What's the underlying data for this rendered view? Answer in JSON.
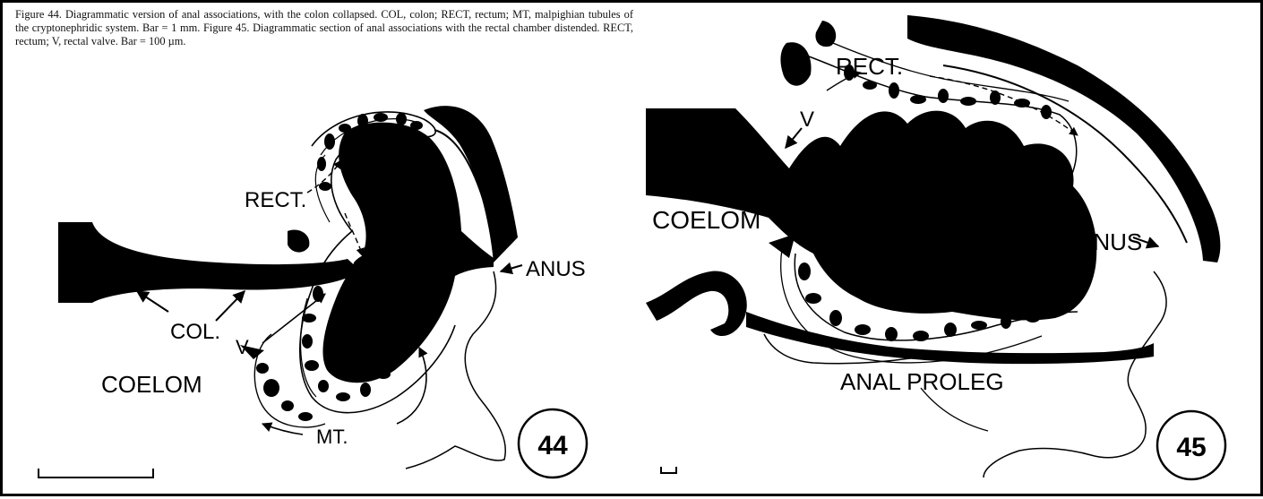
{
  "caption": "Figure 44. Diagrammatic version of anal associations, with the colon collapsed. COL, colon; RECT, rectum; MT, malpighian tubules of the cryptonephridic system. Bar = 1 mm. Figure 45. Diagrammatic section of anal associations with the rectal chamber distended. RECT, rectum; V, rectal valve. Bar = 100 µm.",
  "figure44": {
    "number": "44",
    "labels": {
      "rect": "RECT.",
      "anus": "ANUS",
      "col": "COL.",
      "valve": "V.",
      "coelom": "COELOM",
      "mt": "MT."
    }
  },
  "figure45": {
    "number": "45",
    "labels": {
      "rect": "RECT.",
      "valve": "V",
      "coelom": "COELOM",
      "anus": "ANUS",
      "anal_proleg": "ANAL PROLEG"
    }
  }
}
